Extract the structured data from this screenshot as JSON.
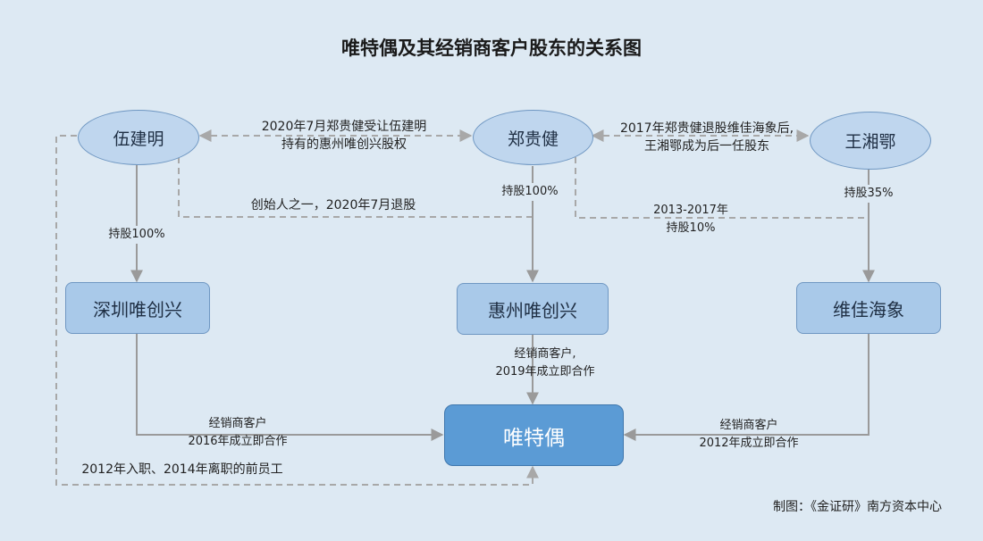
{
  "title": "唯特偶及其经销商客户股东的关系图",
  "nodes": {
    "wu": "伍建明",
    "zheng": "郑贵健",
    "wang": "王湘鄂",
    "shenzhen": "深圳唯创兴",
    "huizhou": "惠州唯创兴",
    "weijia": "维佳海象",
    "center": "唯特偶"
  },
  "labels": {
    "wu_zheng_1": "2020年7月郑贵健受让伍建明",
    "wu_zheng_2": "持有的惠州唯创兴股权",
    "zheng_wang_1": "2017年郑贵健退股维佳海象后,",
    "zheng_wang_2": "王湘鄂成为后一任股东",
    "zheng_huizhou": "持股100%",
    "founder": "创始人之一，2020年7月退股",
    "zheng_weijia_1": "2013-2017年",
    "zheng_weijia_2": "持股10%",
    "wang_weijia": "持股35%",
    "wu_shenzhen": "持股100%",
    "huizhou_center_1": "经销商客户,",
    "huizhou_center_2": "2019年成立即合作",
    "shenzhen_center_1": "经销商客户",
    "shenzhen_center_2": "2016年成立即合作",
    "weijia_center_1": "经销商客户",
    "weijia_center_2": "2012年成立即合作",
    "former_employee": "2012年入职、2014年离职的前员工"
  },
  "credit": "制图：《金证研》南方资本中心",
  "colors": {
    "background": "#dde9f3",
    "person_fill": "#bfd6ee",
    "company_fill": "#a9c9e9",
    "center_fill": "#5b9bd5",
    "solid_line": "#9a9a9a",
    "dashed_line": "#a8a8a8"
  }
}
